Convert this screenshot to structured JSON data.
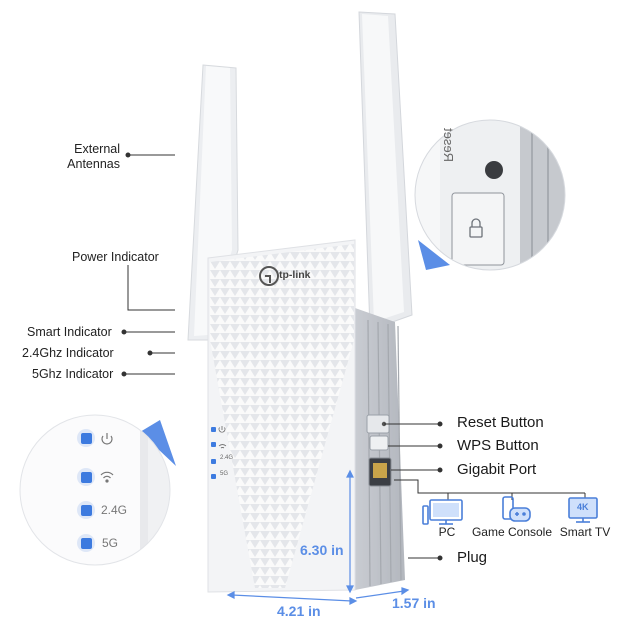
{
  "callouts_left": {
    "external_antennas_line1": "External",
    "external_antennas_line2": "Antennas",
    "power_indicator": "Power Indicator",
    "smart_indicator": "Smart Indicator",
    "ghz24_indicator": "2.4Ghz Indicator",
    "ghz5_indicator": "5Ghz Indicator"
  },
  "callouts_right": {
    "reset_button": "Reset Button",
    "wps_button": "WPS Button",
    "gigabit_port": "Gigabit Port",
    "plug": "Plug"
  },
  "devices": [
    {
      "label": "PC",
      "icon": "pc-monitor-icon"
    },
    {
      "label": "Game Console",
      "icon": "game-console-icon"
    },
    {
      "label": "Smart TV",
      "icon": "smart-tv-icon"
    }
  ],
  "tv_badge": "4K",
  "brand_logo": "tp-link",
  "device_led_labels": {
    "band24": "2.4G",
    "band5": "5G"
  },
  "zoom_leds": {
    "band24": "2.4G",
    "band5": "5G"
  },
  "zoom_reset_text": "Reset",
  "dimensions": {
    "height": "6.30 in",
    "width": "4.21 in",
    "depth": "1.57 in"
  },
  "colors": {
    "accent_blue": "#5b8ee6",
    "led_blue": "#3d7be0",
    "device_body": "#f4f5f7"
  }
}
